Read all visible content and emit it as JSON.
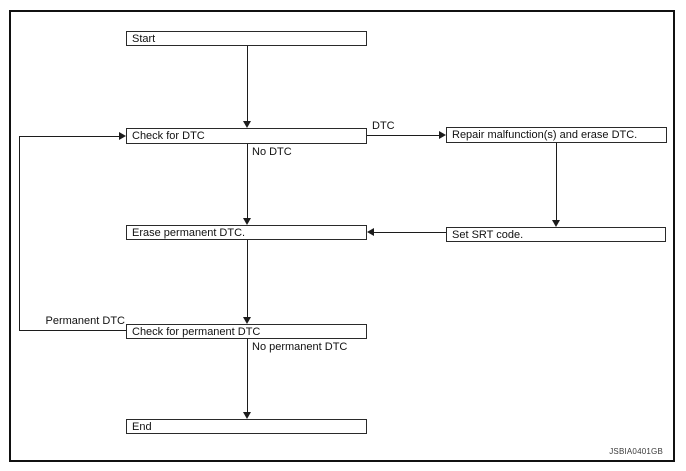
{
  "diagram": {
    "type": "flowchart",
    "background_color": "#ffffff",
    "stroke_color": "#1c1c1c",
    "nodes": {
      "start": {
        "label": "Start"
      },
      "check_dtc": {
        "label": "Check for DTC"
      },
      "repair": {
        "label": "Repair malfunction(s) and erase DTC."
      },
      "erase_permanent": {
        "label": "Erase permanent DTC."
      },
      "set_srt": {
        "label": "Set SRT code."
      },
      "check_permanent": {
        "label": "Check for permanent DTC"
      },
      "end": {
        "label": "End"
      }
    },
    "edge_labels": {
      "dtc": "DTC",
      "no_dtc": "No DTC",
      "permanent_dtc": "Permanent DTC",
      "no_permanent_dtc": "No permanent DTC"
    },
    "edges": [
      "Start -> Check for DTC",
      "Check for DTC -[DTC]-> Repair malfunction(s) and erase DTC.",
      "Check for DTC -[No DTC]-> Erase permanent DTC.",
      "Repair malfunction(s) and erase DTC. -> Set SRT code.",
      "Set SRT code. -> Erase permanent DTC.",
      "Erase permanent DTC. -> Check for permanent DTC",
      "Check for permanent DTC -[Permanent DTC]-> Check for DTC",
      "Check for permanent DTC -[No permanent DTC]-> End"
    ],
    "figure_code": "JSBIA0401GB"
  }
}
